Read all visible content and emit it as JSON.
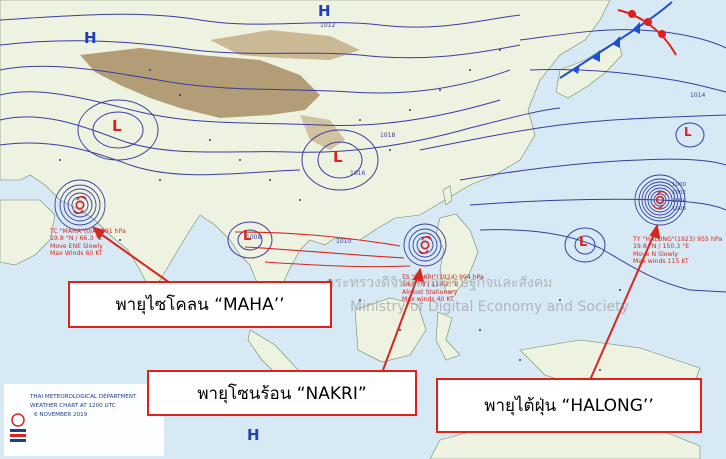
{
  "colors": {
    "sea": "#d7e9f4",
    "land": "#eef2e1",
    "highland": "#a4875c",
    "isobar": "#3a3d9e",
    "storm_red": "#d7261e",
    "callout_border": "#e0211b",
    "front_cold": "#1f4fd6",
    "front_warm": "#e0211b"
  },
  "pressure_centers": [
    {
      "type": "H",
      "name": "high-pressure-northwest"
    },
    {
      "type": "H",
      "name": "high-pressure-north"
    },
    {
      "type": "H",
      "name": "high-pressure-south"
    },
    {
      "type": "L",
      "name": "low-pressure-india"
    },
    {
      "type": "L",
      "name": "low-pressure-china"
    },
    {
      "type": "L",
      "name": "low-pressure-thailand"
    },
    {
      "type": "L",
      "name": "low-pressure-pacific"
    },
    {
      "type": "L",
      "name": "low-pressure-east"
    }
  ],
  "storms": {
    "maha": {
      "info": [
        "TC \"MAHA\"(0/A) 991 hPa",
        "19.8 °N / 66.3 °E",
        "Move ENE Slowly",
        "Max Winds 60 KT"
      ],
      "callout": "พายุไซโคลน “MAHA’’"
    },
    "nakri": {
      "info": [
        "TS \"NAKRI\"(1924) 994 hPa",
        "14.8 °N / 114.2 °E",
        "Almost Stationary",
        "Max winds 40 KT"
      ],
      "callout": "พายุโซนร้อน “NAKRI”"
    },
    "halong": {
      "info": [
        "TY \"HALONG\"(1923) 955 hPa",
        "19.8 °N / 150.3 °E",
        "Move N Slowly",
        "Max winds 115 KT"
      ],
      "callout": "พายุไต้ฝุ่น “HALONG’’"
    }
  },
  "isobar_labels": [
    "1014",
    "1012",
    "1016",
    "1018",
    "1008",
    "1010",
    "1006",
    "1004",
    "1002",
    "1000"
  ],
  "watermark": {
    "line1": "กระทรวงดิจิทัลเพื่อเศรษฐกิจและสังคม",
    "line2": "Ministry of Digital Economy and Society"
  },
  "agency": {
    "title": "THAI METEOROLOGICAL DEPARTMENT",
    "chart": "WEATHER CHART AT 1200 UTC",
    "date": "6 NOVEMBER 2019"
  }
}
